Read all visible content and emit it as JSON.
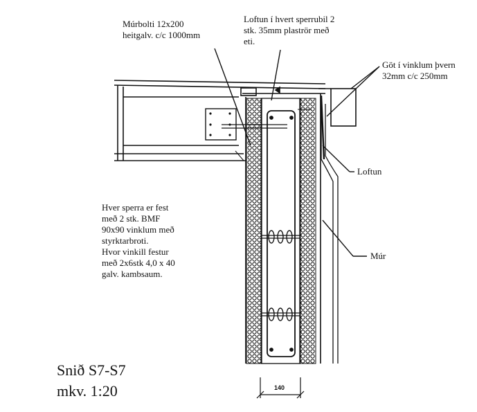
{
  "labels": {
    "murbolti": "Múrbolti 12x200\nheitgalv. c/c 1000mm",
    "loftun_top": "Loftun í hvert sperrubil 2\nstk. 35mm plaströr með\neti.",
    "got": "Göt í vinklum þvern\n32mm c/c 250mm",
    "loftun": "Loftun",
    "mur": "Múr",
    "sperra_note": "Hver sperra er fest\nmeð 2 stk. BMF\n90x90 vinklum með\nstyrktarbroti.\nHvor vinkill festur\nmeð 2x6stk 4,0 x 40\ngalv. kambsaum."
  },
  "title": {
    "line1": "Snið S7-S7",
    "line2": "mkv. 1:20"
  },
  "dimension": "140",
  "colors": {
    "ink": "#111111",
    "paper": "#ffffff"
  }
}
